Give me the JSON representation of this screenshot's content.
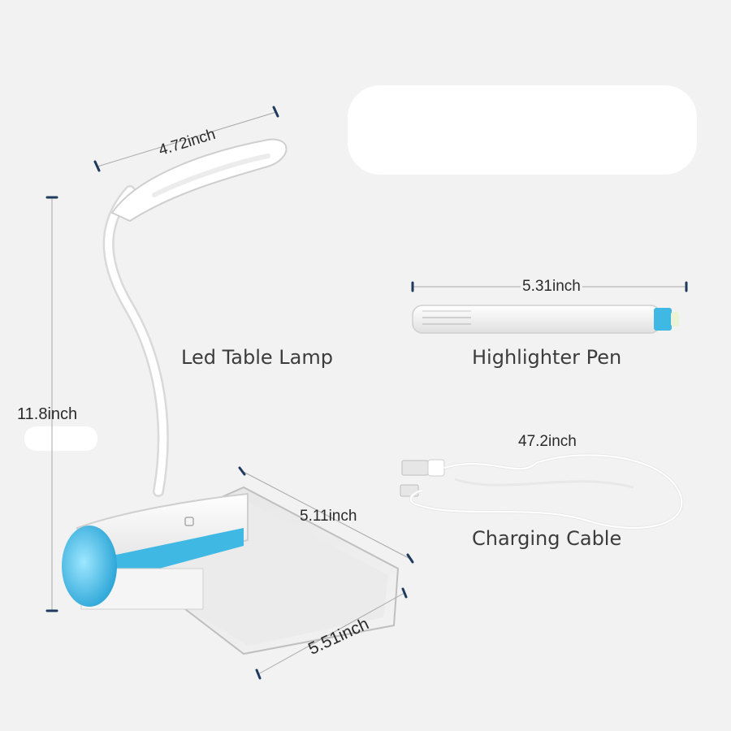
{
  "products": {
    "lamp": {
      "title": "Led Table Lamp"
    },
    "pen": {
      "title": "Highlighter Pen"
    },
    "cable": {
      "title": "Charging Cable"
    }
  },
  "dimensions": {
    "lamp_head_width": "4.72inch",
    "lamp_height": "11.8inch",
    "base_depth": "5.11inch",
    "base_width": "5.51inch",
    "pen_length": "5.31inch",
    "cable_length": "47.2inch"
  },
  "colors": {
    "background": "#f2f2f2",
    "accent_blue": "#3fb8e3",
    "dimension_line": "#1f3a5f",
    "product_white": "#ffffff"
  }
}
